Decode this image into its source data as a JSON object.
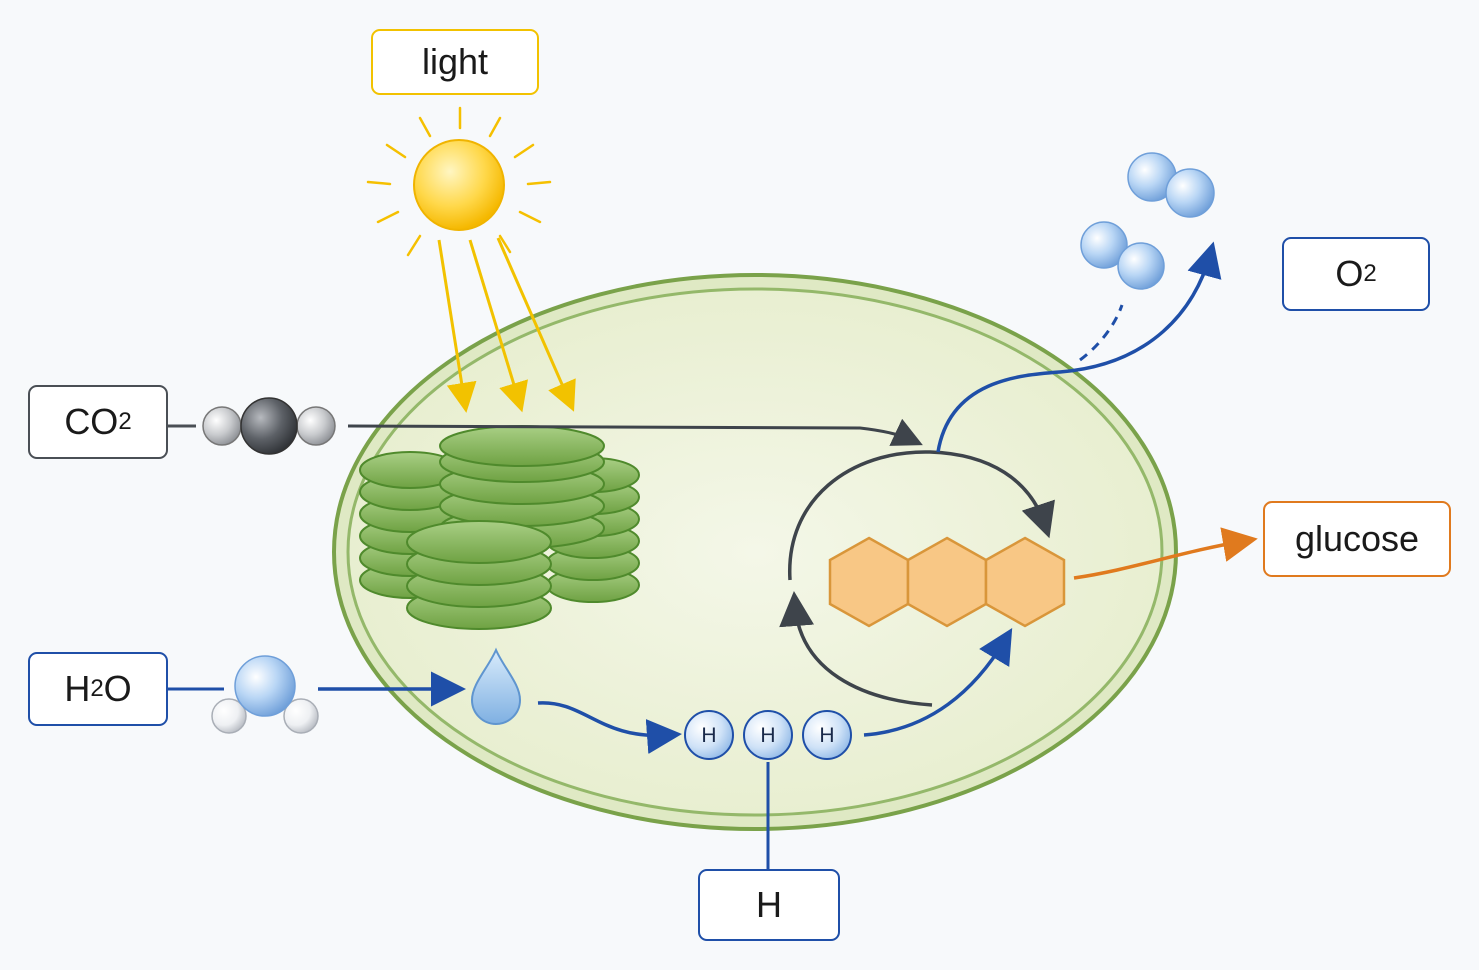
{
  "labels": {
    "light": "light",
    "co2": {
      "main": "CO",
      "sub": "2",
      "tail": ""
    },
    "h2o": {
      "main": "H",
      "sub": "2",
      "tail": "O"
    },
    "o2": {
      "main": "O",
      "sub": "2",
      "tail": ""
    },
    "glucose": "glucose",
    "h": "H"
  },
  "hydrogen_atom_label": "H",
  "hydrogen_atoms": [
    "H",
    "H",
    "H"
  ],
  "icons": [
    "sun-icon",
    "co2-molecule-icon",
    "water-molecule-icon",
    "water-drop-icon",
    "oxygen-molecule-icon",
    "glucose-hexagon-icon",
    "thylakoid-stack-icon",
    "cycle-arrow-icon"
  ],
  "colors": {
    "light": "#f2c200",
    "co2": "#4a4f55",
    "water": "#1f4fa8",
    "glucose": "#e07a1e",
    "chloroplast_fill": "#eef3dc",
    "chloroplast_border": "#7aa24a",
    "thylakoid": "#7bb04f",
    "hexagon_fill": "#f8c785",
    "hexagon_border": "#d9963a"
  }
}
